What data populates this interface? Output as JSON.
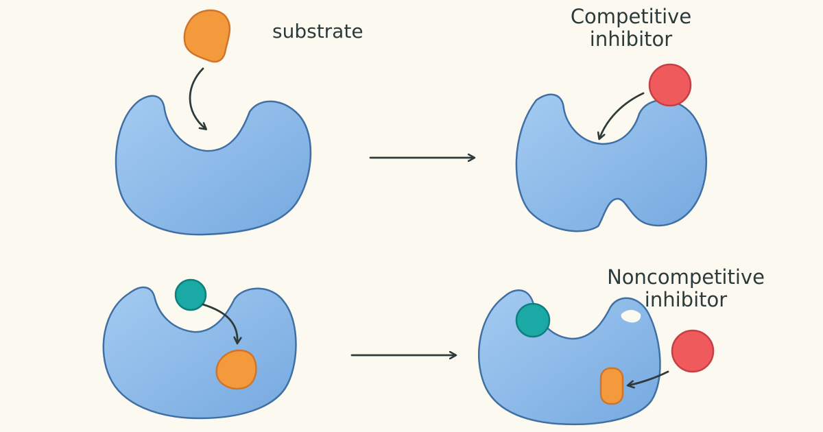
{
  "labels": {
    "substrate": "substrate",
    "competitive_line1": "Competitive",
    "competitive_line2": "inhibitor",
    "noncompetitive_line1": "Noncompetitive",
    "noncompetitive_line2": "inhibitor"
  },
  "colors": {
    "background": "#fcfaf0",
    "enzyme_fill": "#8bb9ea",
    "enzyme_stroke": "#3f6fa3",
    "substrate": "#f39a3c",
    "inhibitor": "#ef5a5d",
    "teal_molecule": "#1ba9a6",
    "arrow": "#2f3b3b"
  }
}
